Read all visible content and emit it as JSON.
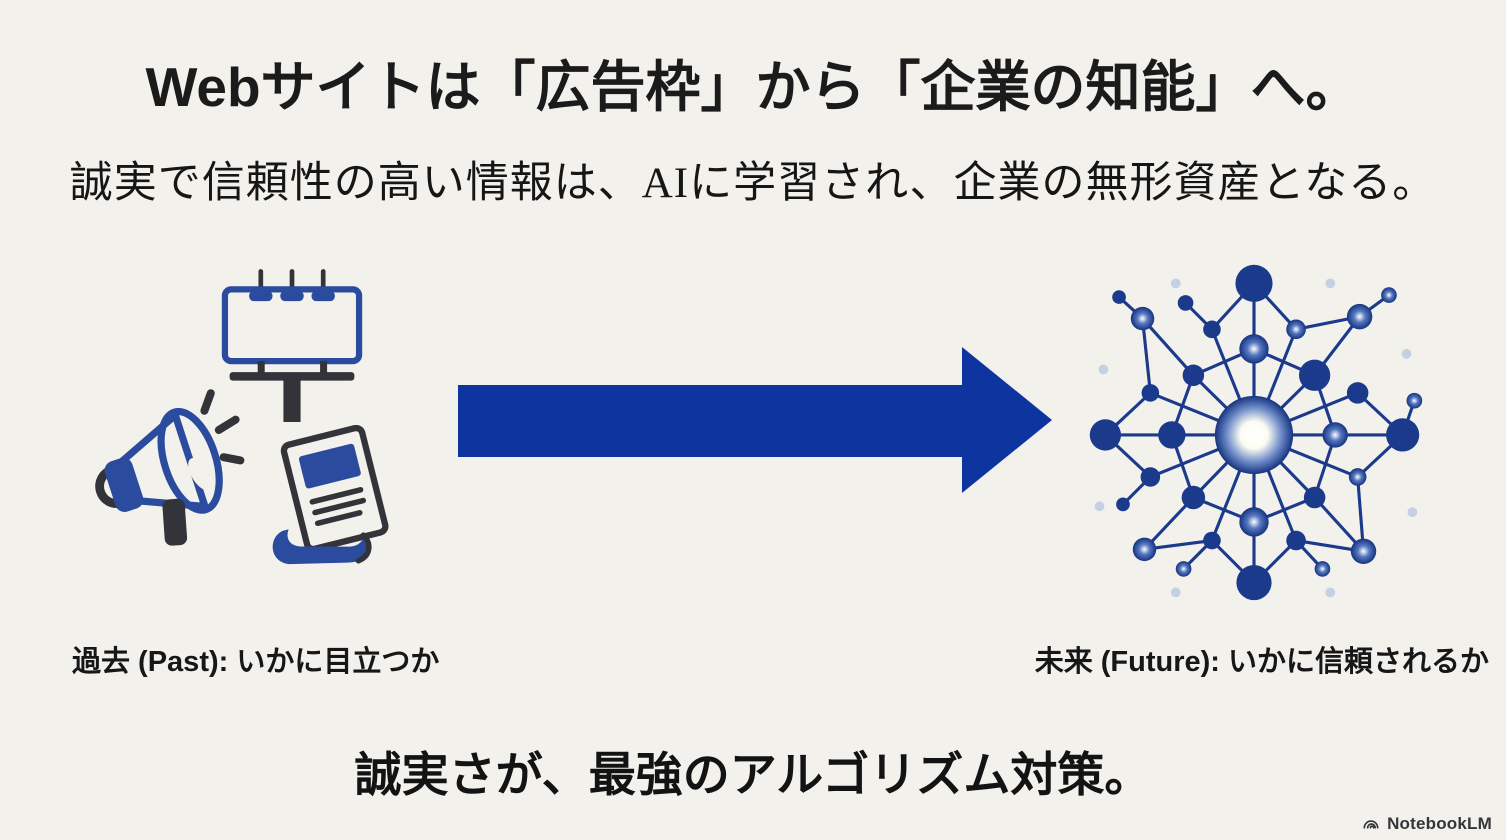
{
  "slide": {
    "title": "Webサイトは「広告枠」から「企業の知能」へ。",
    "subtitle": "誠実で信頼性の高い情報は、AIに学習され、企業の無形資産となる。",
    "past_label": "過去 (Past): いかに目立つか",
    "future_label": "未来 (Future): いかに信頼されるか",
    "conclusion": "誠実さが、最強のアルゴリズム対策。",
    "branding": "NotebookLM"
  },
  "icons": {
    "past": [
      "billboard-icon",
      "megaphone-icon",
      "flyer-icon"
    ],
    "future": "network-icon",
    "transition": "arrow-right-icon",
    "brand": "notebooklm-logo-icon"
  },
  "colors": {
    "background": "#f2f1ec",
    "text": "#1b1b1b",
    "arrow_blue": "#0e34a0",
    "illustration_blue": "#2a4b9e",
    "illustration_dark": "#33333a",
    "network_navy": "#1c3a8c",
    "brand_gray": "#35353a"
  }
}
